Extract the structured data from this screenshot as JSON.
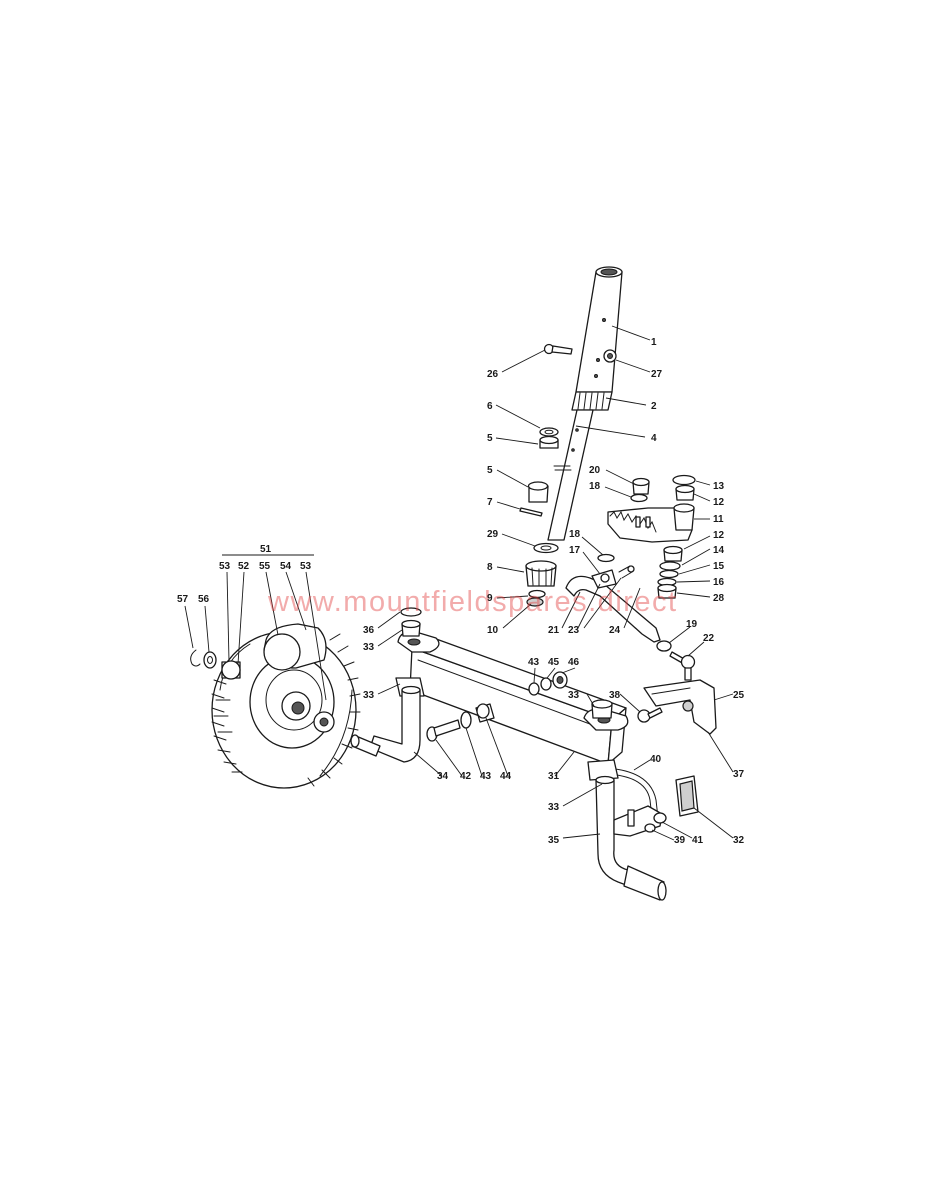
{
  "watermark": "www.mountfieldspares.direct",
  "callouts": [
    {
      "id": "c1",
      "label": "1"
    },
    {
      "id": "c2",
      "label": "2"
    },
    {
      "id": "c4",
      "label": "4"
    },
    {
      "id": "c26",
      "label": "26"
    },
    {
      "id": "c27",
      "label": "27"
    },
    {
      "id": "c6",
      "label": "6"
    },
    {
      "id": "c5a",
      "label": "5"
    },
    {
      "id": "c5b",
      "label": "5"
    },
    {
      "id": "c7",
      "label": "7"
    },
    {
      "id": "c29",
      "label": "29"
    },
    {
      "id": "c8",
      "label": "8"
    },
    {
      "id": "c9",
      "label": "9"
    },
    {
      "id": "c10",
      "label": "10"
    },
    {
      "id": "c20",
      "label": "20"
    },
    {
      "id": "c18a",
      "label": "18"
    },
    {
      "id": "c13",
      "label": "13"
    },
    {
      "id": "c12a",
      "label": "12"
    },
    {
      "id": "c11",
      "label": "11"
    },
    {
      "id": "c12b",
      "label": "12"
    },
    {
      "id": "c14",
      "label": "14"
    },
    {
      "id": "c15",
      "label": "15"
    },
    {
      "id": "c16",
      "label": "16"
    },
    {
      "id": "c28",
      "label": "28"
    },
    {
      "id": "c18b",
      "label": "18"
    },
    {
      "id": "c17",
      "label": "17"
    },
    {
      "id": "c21",
      "label": "21"
    },
    {
      "id": "c23",
      "label": "23"
    },
    {
      "id": "c24",
      "label": "24"
    },
    {
      "id": "c19",
      "label": "19"
    },
    {
      "id": "c22",
      "label": "22"
    },
    {
      "id": "c51",
      "label": "51"
    },
    {
      "id": "c53a",
      "label": "53"
    },
    {
      "id": "c52",
      "label": "52"
    },
    {
      "id": "c55",
      "label": "55"
    },
    {
      "id": "c54",
      "label": "54"
    },
    {
      "id": "c53b",
      "label": "53"
    },
    {
      "id": "c57",
      "label": "57"
    },
    {
      "id": "c56",
      "label": "56"
    },
    {
      "id": "c36",
      "label": "36"
    },
    {
      "id": "c33a",
      "label": "33"
    },
    {
      "id": "c33b",
      "label": "33"
    },
    {
      "id": "c43a",
      "label": "43"
    },
    {
      "id": "c45",
      "label": "45"
    },
    {
      "id": "c46",
      "label": "46"
    },
    {
      "id": "c33c",
      "label": "33"
    },
    {
      "id": "c38",
      "label": "38"
    },
    {
      "id": "c25",
      "label": "25"
    },
    {
      "id": "c40",
      "label": "40"
    },
    {
      "id": "c37",
      "label": "37"
    },
    {
      "id": "c34",
      "label": "34"
    },
    {
      "id": "c42",
      "label": "42"
    },
    {
      "id": "c43b",
      "label": "43"
    },
    {
      "id": "c44",
      "label": "44"
    },
    {
      "id": "c31",
      "label": "31"
    },
    {
      "id": "c33d",
      "label": "33"
    },
    {
      "id": "c35",
      "label": "35"
    },
    {
      "id": "c39",
      "label": "39"
    },
    {
      "id": "c41",
      "label": "41"
    },
    {
      "id": "c32",
      "label": "32"
    }
  ]
}
